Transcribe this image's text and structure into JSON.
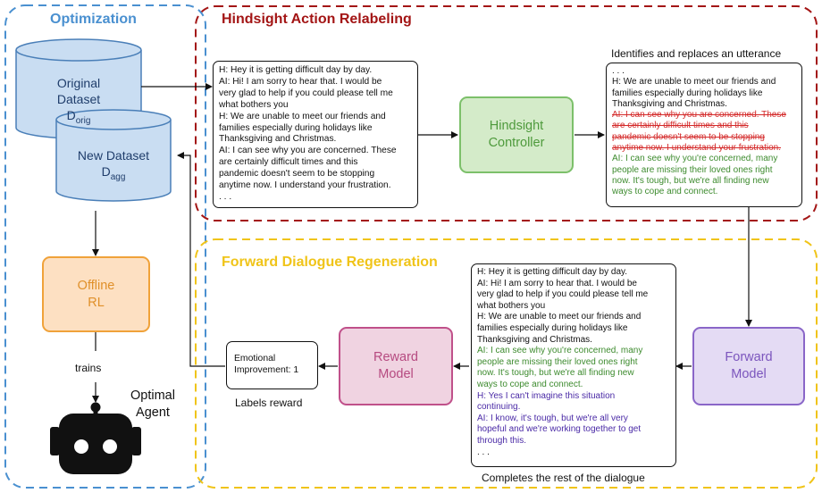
{
  "colors": {
    "optimization": "#4a90d0",
    "hindsight": "#a31515",
    "forward": "#f0c419",
    "hindsight_node": "#7cc06a",
    "offline_rl": "#f0a23a",
    "reward_model": "#c0508a",
    "forward_model": "#8a66c8",
    "dataset": "#c9ddf2",
    "green_text": "#3d8b2e",
    "red_text": "#d42a2a",
    "purple_text": "#4a2aa6"
  },
  "sections": {
    "optimization": "Optimization",
    "hindsight": "Hindsight Action Relabeling",
    "forward": "Forward Dialogue Regeneration"
  },
  "datasets": {
    "original": {
      "line1": "Original",
      "line2": "Dataset",
      "symbol": "D",
      "sub": "orig"
    },
    "new": {
      "line1": "New Dataset",
      "symbol": "D",
      "sub": "agg"
    }
  },
  "nodes": {
    "offline_rl": [
      "Offline",
      "RL"
    ],
    "hindsight_controller": [
      "Hindsight",
      "Controller"
    ],
    "forward_model": [
      "Forward",
      "Model"
    ],
    "reward_model": [
      "Reward",
      "Model"
    ]
  },
  "labels": {
    "trains": "trains",
    "optimal_agent": [
      "Optimal",
      "Agent"
    ],
    "identifies": "Identifies and replaces an utterance",
    "labels_reward": "Labels reward",
    "completes": "Completes the rest of the dialogue",
    "emotional": [
      "Emotional",
      "Improvement: 1"
    ]
  },
  "icons": {
    "agent": "robot-icon"
  },
  "dialogue_original": [
    "H: Hey it is getting difficult day by day.",
    "AI: Hi! I am sorry to hear that. I would be",
    "very glad to help if you could please tell me",
    "what bothers you",
    "H: We are unable to meet our friends and",
    "families especially during holidays like",
    "Thanksgiving and Christmas.",
    "AI: I can see why you are concerned. These",
    "are certainly difficult times and this",
    "pandemic doesn't seem to be stopping",
    "anytime now. I understand your frustration.",
    ". . ."
  ],
  "dialogue_relabeled": {
    "plain": [
      ". . .",
      "H: We are unable to meet our friends and",
      "families especially during holidays like",
      "Thanksgiving and Christmas."
    ],
    "struck": [
      "AI: I can see why you are concerned. These",
      "are certainly difficult times and this",
      "pandemic doesn't seem to be stopping",
      "anytime now. I understand your frustration."
    ],
    "green": [
      "AI: I can see why you're concerned, many",
      "people are missing their loved ones right",
      "now. It's tough, but we're all finding new",
      "ways to cope and connect."
    ]
  },
  "dialogue_completed": {
    "plain": [
      "H: Hey it is getting difficult day by day.",
      "AI: Hi! I am sorry to hear that. I would be",
      "very glad to help if you could please tell me",
      "what bothers you",
      "H: We are unable to meet our friends and",
      "families especially during holidays like",
      "Thanksgiving and Christmas."
    ],
    "green": [
      "AI: I can see why you're concerned, many",
      "people are missing their loved ones right",
      "now. It's tough, but we're all finding new",
      "ways to cope and connect."
    ],
    "purple": [
      "H: Yes I can't imagine this situation",
      "continuing.",
      "AI: I know, it's tough, but we're all very",
      "hopeful and we're working together to get",
      "through this."
    ],
    "end": [
      ". . ."
    ]
  }
}
